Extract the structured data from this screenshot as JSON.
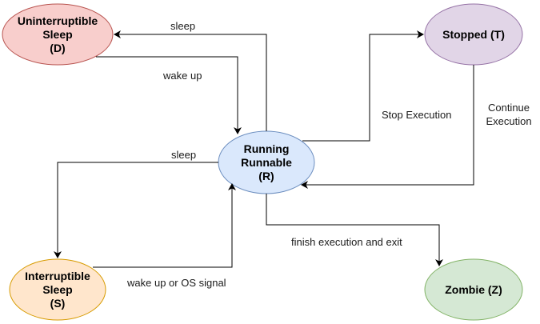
{
  "states": {
    "uninterruptible": {
      "label": "Uninterruptible\nSleep\n(D)",
      "fill": "#f8cecc",
      "stroke": "#b85450"
    },
    "stopped": {
      "label": "Stopped (T)",
      "fill": "#e1d5e7",
      "stroke": "#9673a6"
    },
    "running": {
      "label": "Running\nRunnable\n(R)",
      "fill": "#dae8fc",
      "stroke": "#6c8ebf"
    },
    "interruptible": {
      "label": "Interruptible\nSleep\n(S)",
      "fill": "#ffe6cc",
      "stroke": "#d79b00"
    },
    "zombie": {
      "label": "Zombie (Z)",
      "fill": "#d5e8d4",
      "stroke": "#82b366"
    }
  },
  "transitions": {
    "running_to_uninterruptible": "sleep",
    "uninterruptible_to_running": "wake up",
    "running_to_stopped": "Stop Execution",
    "stopped_to_running": "Continue\nExecution",
    "running_to_interruptible": "sleep",
    "interruptible_to_running": "wake up or OS signal",
    "running_to_zombie": "finish execution and exit"
  },
  "edge_color": "#000000"
}
